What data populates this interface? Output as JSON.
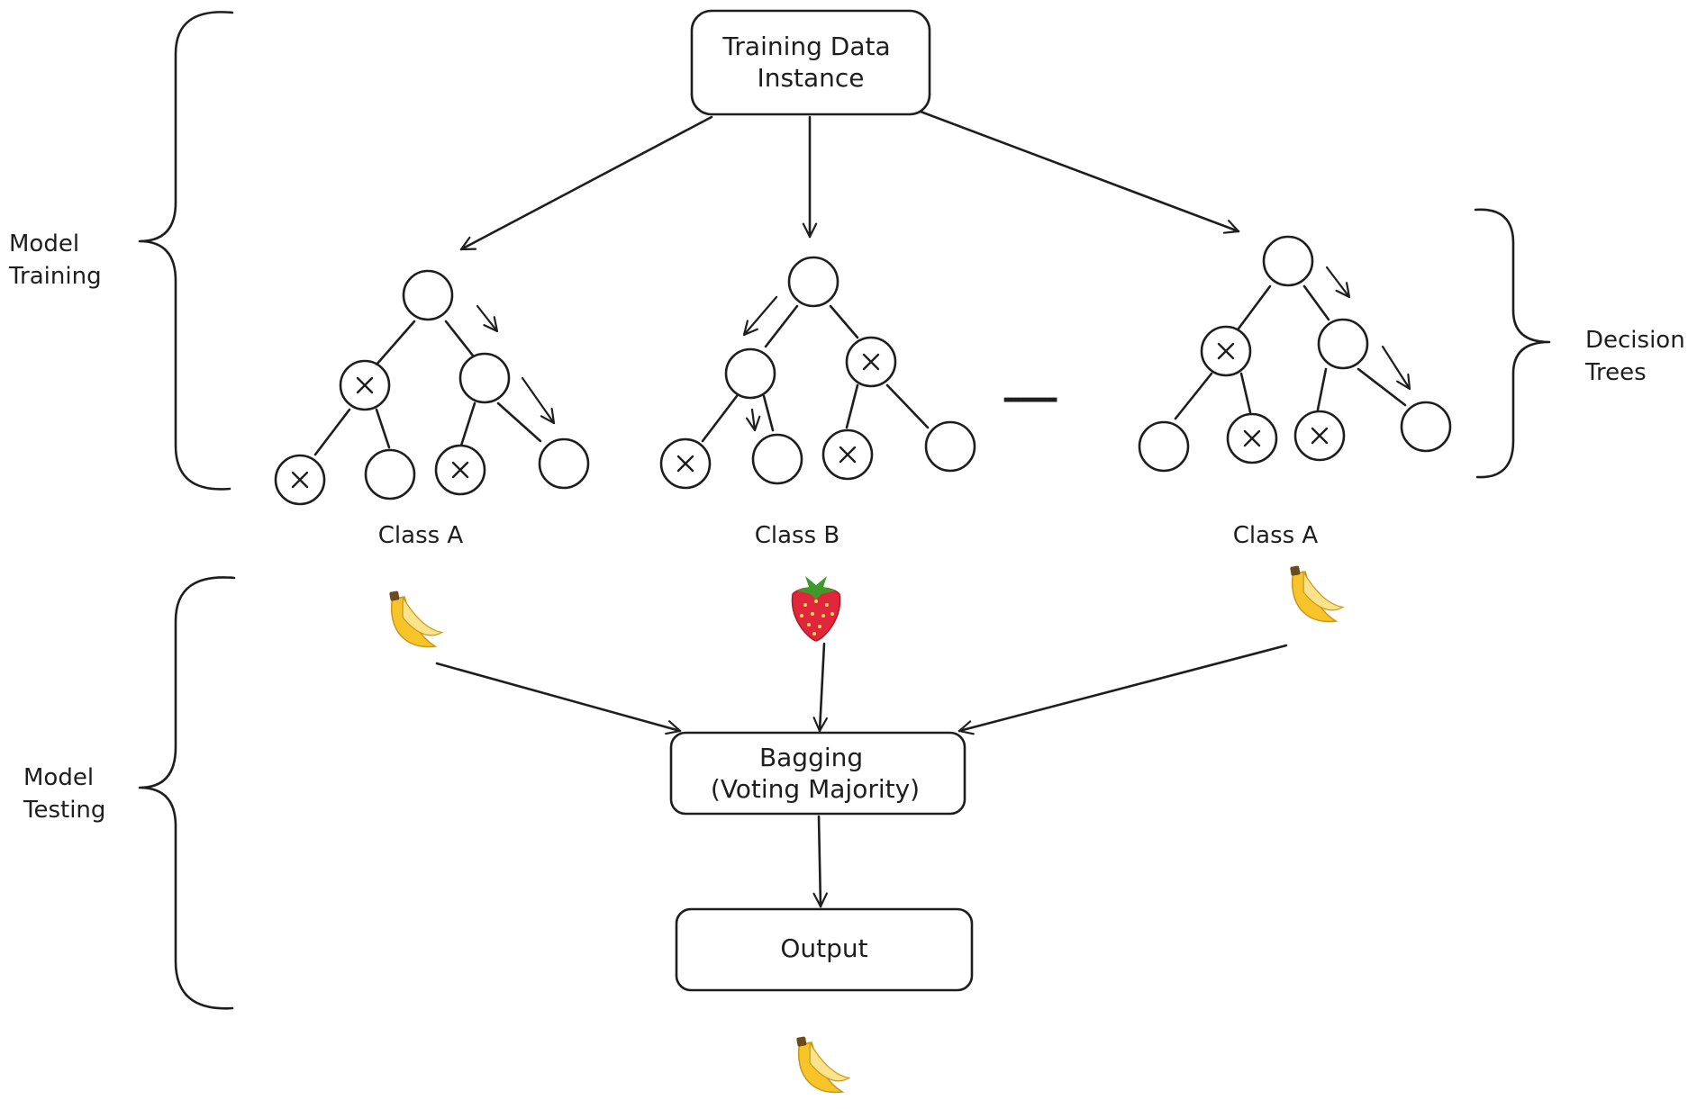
{
  "sections": {
    "training": [
      "Model",
      "Training"
    ],
    "testing": [
      "Model",
      "Testing"
    ],
    "trees": [
      "Decision",
      "Trees"
    ]
  },
  "boxes": {
    "training_data": [
      "Training Data",
      "Instance"
    ],
    "bagging": [
      "Bagging",
      "(Voting Majority)"
    ],
    "output": "Output"
  },
  "trees": [
    {
      "class_label": "Class A",
      "prediction_icon": "banana-icon"
    },
    {
      "class_label": "Class B",
      "prediction_icon": "strawberry-icon"
    },
    {
      "class_label": "Class A",
      "prediction_icon": "banana-icon"
    }
  ],
  "ellipsis": "···············",
  "final_output_icon": "banana-icon",
  "colors": {
    "ink": "#1e1e1e",
    "banana": "#f7c52a",
    "banana_tip": "#6b4a1b",
    "strawberry": "#e0263a",
    "leaf": "#3e9a2c"
  }
}
